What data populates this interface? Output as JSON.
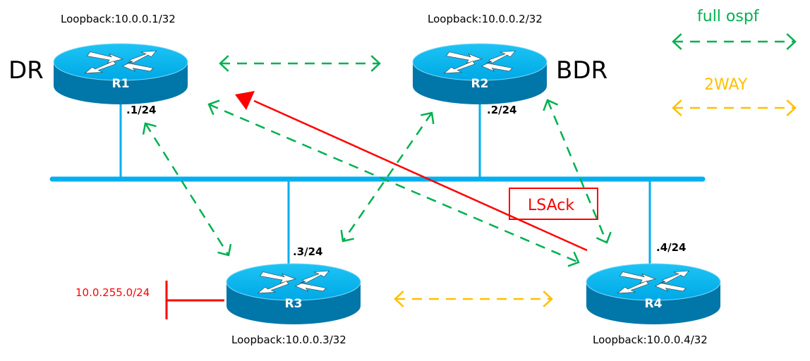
{
  "diagram": {
    "title": "OSPF broadcast network DR/BDR adjacency with LSAck",
    "colors": {
      "bus": "#00b0f0",
      "router_top": "#00b6ee",
      "router_side": "#0077a8",
      "full": "#00b050",
      "two_way": "#ffc000",
      "lsack": "#ff0000",
      "stub": "#ff0000"
    },
    "routers": [
      {
        "id": "R1",
        "name": "R1",
        "role": "DR",
        "loopback": "Loopback:10.0.0.1/32",
        "interface": ".1/24"
      },
      {
        "id": "R2",
        "name": "R2",
        "role": "BDR",
        "loopback": "Loopback:10.0.0.2/32",
        "interface": ".2/24"
      },
      {
        "id": "R3",
        "name": "R3",
        "role": "",
        "loopback": "Loopback:10.0.0.3/32",
        "interface": ".3/24"
      },
      {
        "id": "R4",
        "name": "R4",
        "role": "",
        "loopback": "Loopback:10.0.0.4/32",
        "interface": ".4/24"
      }
    ],
    "stub_network": {
      "router": "R3",
      "label": "10.0.255.0/24"
    },
    "adjacencies": [
      {
        "from": "R1",
        "to": "R2",
        "state": "full"
      },
      {
        "from": "R1",
        "to": "R3",
        "state": "full"
      },
      {
        "from": "R1",
        "to": "R4",
        "state": "full"
      },
      {
        "from": "R2",
        "to": "R3",
        "state": "full"
      },
      {
        "from": "R2",
        "to": "R4",
        "state": "full"
      },
      {
        "from": "R3",
        "to": "R4",
        "state": "2way"
      }
    ],
    "message": {
      "from": "R4",
      "to": "R1",
      "label": "LSAck"
    },
    "legend": [
      {
        "label": "full ospf",
        "state": "full"
      },
      {
        "label": "2WAY",
        "state": "2way"
      }
    ]
  }
}
